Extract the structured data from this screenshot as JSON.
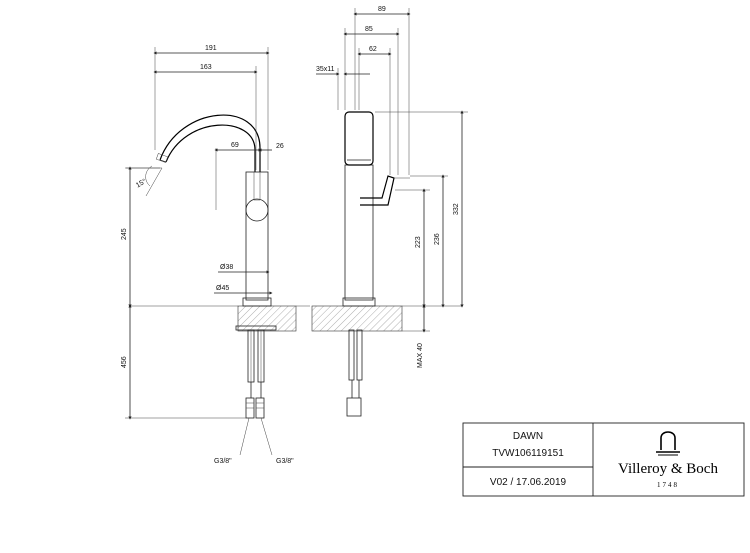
{
  "dimensions": {
    "front": {
      "w191": "191",
      "w163": "163",
      "d69": "69",
      "d26": "26",
      "angle15": "15°",
      "h245": "245",
      "dia38": "Ø38",
      "dia45": "Ø45",
      "h456": "456",
      "thread_left": "G3/8\"",
      "thread_right": "G3/8\""
    },
    "side": {
      "w89": "89",
      "w85": "85",
      "w62": "62",
      "w35x11": "35x11",
      "h332": "332",
      "h236": "236",
      "h223": "223",
      "max40": "MAX 40"
    }
  },
  "title_block": {
    "product_name": "DAWN",
    "article_number": "TVW106119151",
    "version_date": "V02 / 17.06.2019",
    "brand_name": "Villeroy & Boch",
    "brand_year": "1748"
  },
  "icons": {
    "brand_logo": "faucet-logo-icon"
  },
  "colors": {
    "line": "#222222",
    "hatch": "#666666",
    "text": "#111111"
  }
}
